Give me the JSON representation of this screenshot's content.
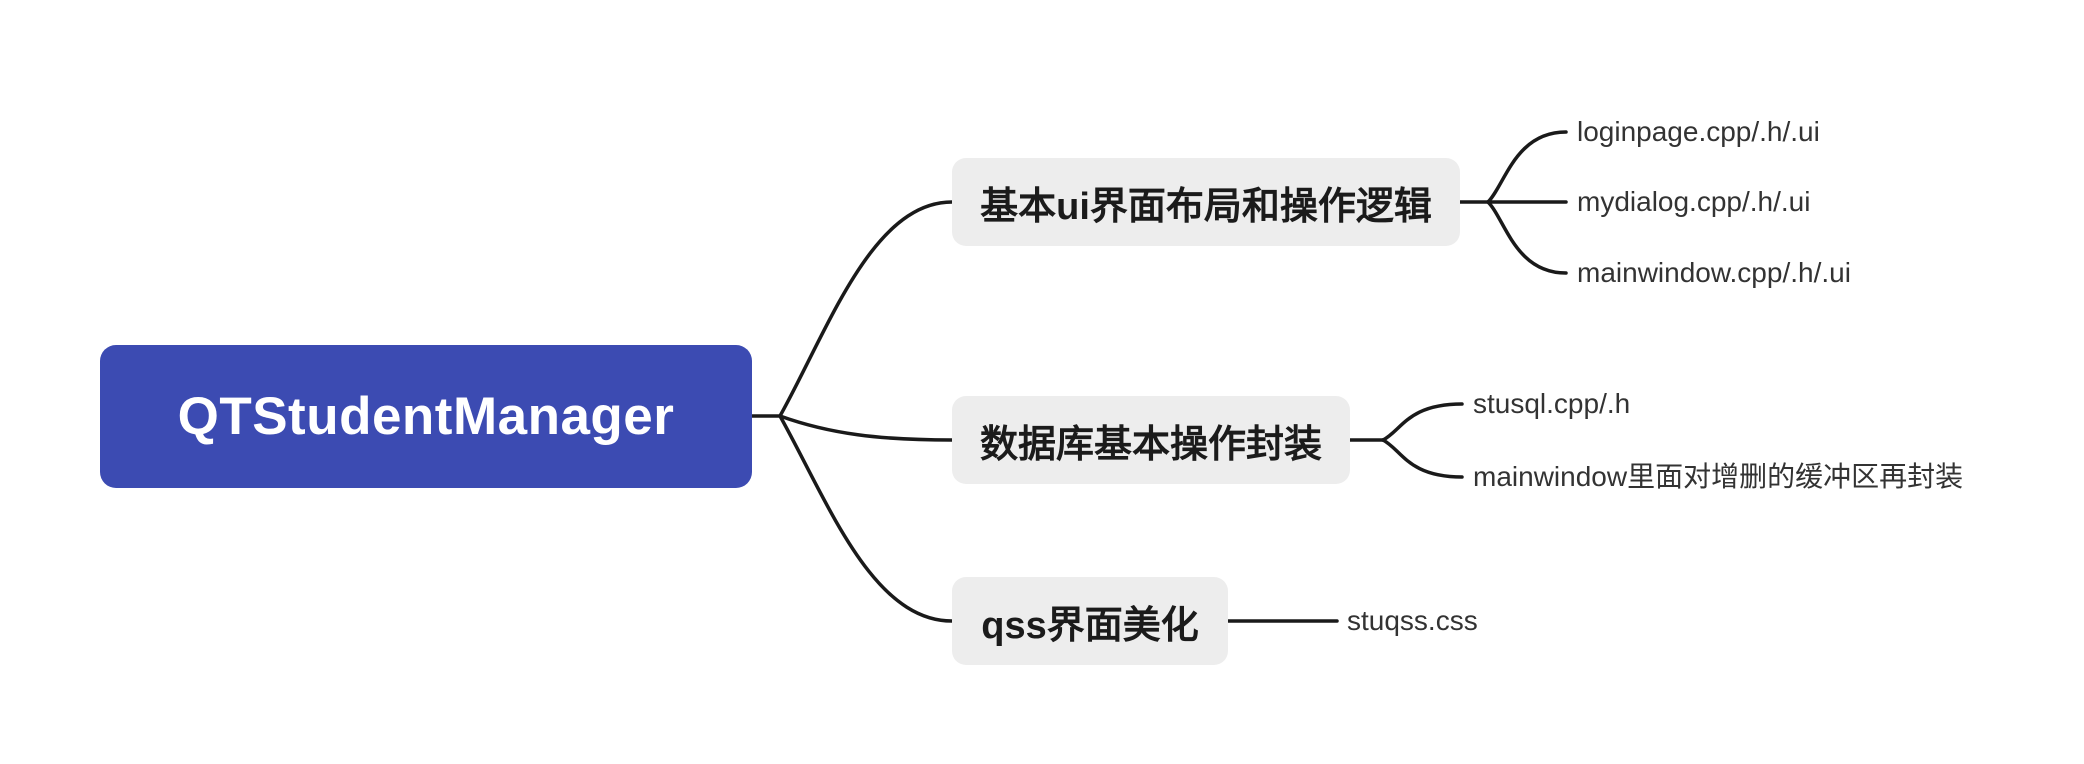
{
  "mindmap": {
    "root": {
      "label": "QTStudentManager"
    },
    "branches": [
      {
        "label": "基本ui界面布局和操作逻辑",
        "children": [
          "loginpage.cpp/.h/.ui",
          "mydialog.cpp/.h/.ui",
          "mainwindow.cpp/.h/.ui"
        ]
      },
      {
        "label": "数据库基本操作封装",
        "children": [
          "stusql.cpp/.h",
          "mainwindow里面对增删的缓冲区再封装"
        ]
      },
      {
        "label": "qss界面美化",
        "children": [
          "stuqss.css"
        ]
      }
    ],
    "colors": {
      "canvas_bg": "#ffffff",
      "root_bg": "#3c4bb2",
      "root_text": "#ffffff",
      "branch_bg": "#ededed",
      "branch_text": "#1b1b1b",
      "leaf_text": "#333333",
      "connector_line": "#1a1a1a"
    }
  }
}
